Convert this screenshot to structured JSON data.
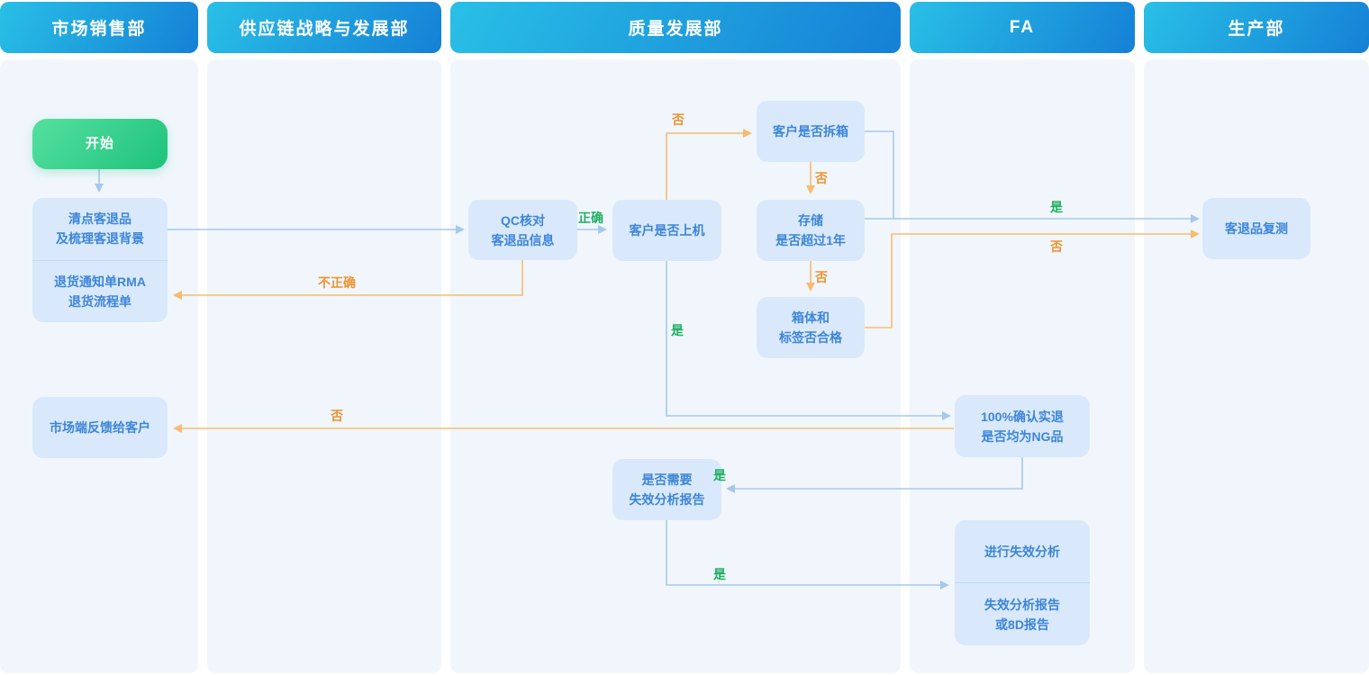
{
  "diagram": {
    "lanes": [
      {
        "label": "市场销售部"
      },
      {
        "label": "供应链战略与发展部"
      },
      {
        "label": "质量发展部"
      },
      {
        "label": "FA"
      },
      {
        "label": "生产部"
      }
    ],
    "nodes": {
      "start": {
        "label": "开始"
      },
      "count_returns": {
        "line1": "清点客退品",
        "line2": "及梳理客退背景"
      },
      "rma_doc": {
        "line1": "退货通知单RMA",
        "line2": "退货流程单"
      },
      "feedback_customer": {
        "label": "市场端反馈给客户"
      },
      "qc_check": {
        "line1": "QC核对",
        "line2": "客退品信息"
      },
      "customer_used": {
        "label": "客户是否上机"
      },
      "customer_unboxed": {
        "label": "客户是否拆箱"
      },
      "storage_over_year": {
        "line1": "存储",
        "line2": "是否超过1年"
      },
      "box_label_check": {
        "line1": "箱体和",
        "line2": "标签否合格"
      },
      "need_fa_report": {
        "line1": "是否需要",
        "line2": "失效分析报告"
      },
      "confirm_ng": {
        "line1": "100%确认实退",
        "line2": "是否均为NG品"
      },
      "do_fa": {
        "label": "进行失效分析"
      },
      "fa_report": {
        "line1": "失效分析报告",
        "line2": "或8D报告"
      },
      "retest": {
        "label": "客退品复测"
      }
    },
    "edge_labels": {
      "correct": "正确",
      "incorrect": "不正确",
      "yes": "是",
      "no": "否"
    },
    "colors": {
      "header_grad_start": "#29c0e6",
      "header_grad_end": "#1580d6",
      "lane_bg": "#f0f6fc",
      "node_bg": "#d9e9fb",
      "node_text": "#3d85d8",
      "node_divider": "#c0d8f2",
      "start_grad_start": "#55e0a0",
      "start_grad_end": "#1ec37b",
      "line_blue": "#a6c8ec",
      "line_orange": "#f8bb70",
      "label_green": "#1faf62",
      "label_orange": "#ee9330"
    }
  }
}
